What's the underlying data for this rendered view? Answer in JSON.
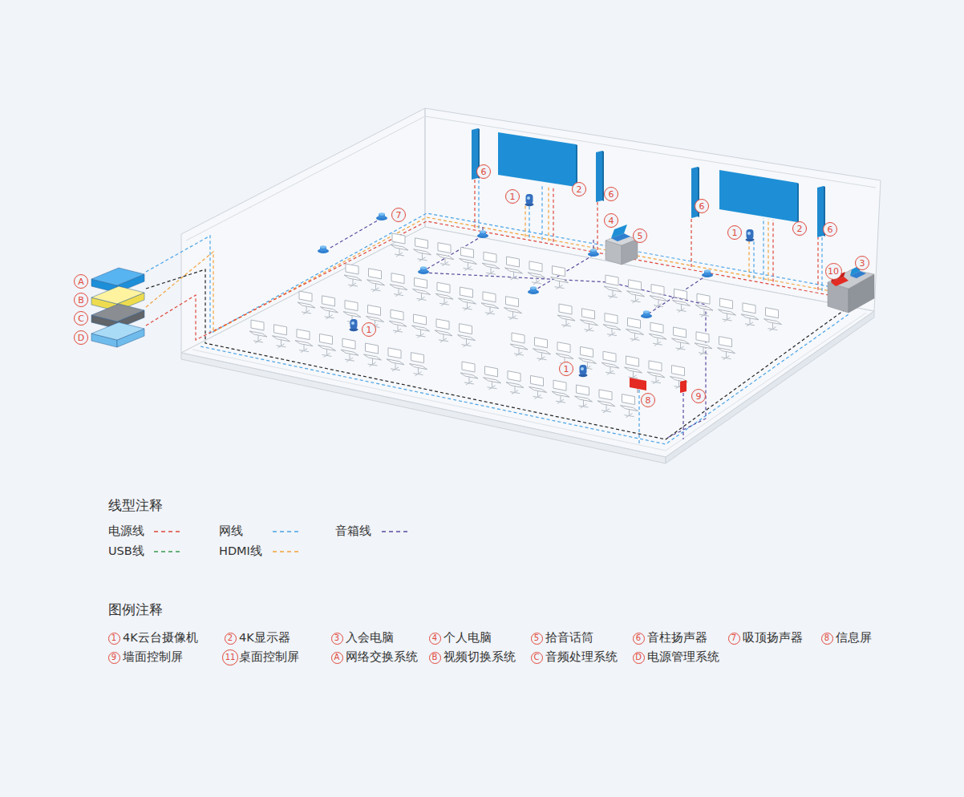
{
  "diagram": {
    "labels": [
      "6",
      "1",
      "2",
      "6",
      "7",
      "4",
      "5",
      "6",
      "1",
      "2",
      "6",
      "3",
      "10",
      "A",
      "B",
      "C",
      "D",
      "1",
      "1",
      "8",
      "9",
      "线型注释",
      "图例注释",
      "1",
      "2",
      "3",
      "4",
      "5",
      "6",
      "7",
      "8",
      "9",
      "11",
      "A",
      "B",
      "C",
      "D"
    ],
    "legend": [
      {
        "text": "电源线"
      },
      {
        "text": "网线"
      },
      {
        "text": "音箱线"
      },
      {
        "text": "USB线"
      },
      {
        "text": "HDMI线"
      },
      {
        "text": "4K云台摄像机"
      },
      {
        "text": "4K显示器"
      },
      {
        "text": "入会电脑"
      },
      {
        "text": "个人电脑"
      },
      {
        "text": "拾音话筒"
      },
      {
        "text": "音柱扬声器"
      },
      {
        "text": "吸顶扬声器"
      },
      {
        "text": "信息屏"
      },
      {
        "text": "墙面控制屏"
      },
      {
        "text": "桌面控制屏"
      },
      {
        "text": "网络交换系统"
      },
      {
        "text": "视频切换系统"
      },
      {
        "text": "音频处理系统"
      },
      {
        "text": "电源管理系统"
      }
    ]
  }
}
